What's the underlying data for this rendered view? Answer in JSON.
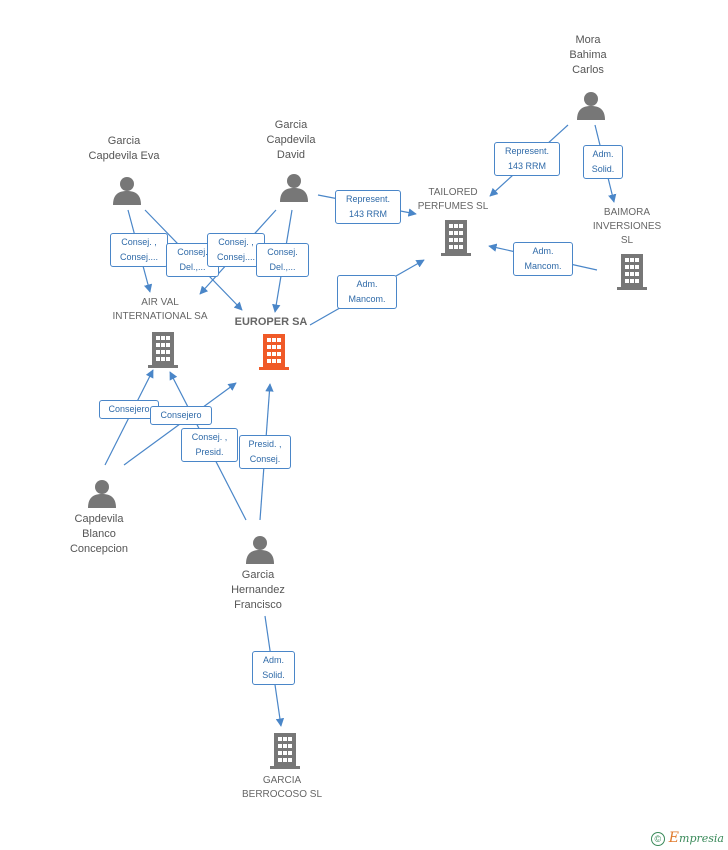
{
  "nodes": {
    "mora": {
      "label": "Mora\nBahima\nCarlos"
    },
    "gcdavid": {
      "label": "Garcia\nCapdevila\nDavid"
    },
    "gceva": {
      "label": "Garcia\nCapdevila Eva"
    },
    "capdevila": {
      "label": "Capdevila\nBlanco\nConcepcion"
    },
    "ghfran": {
      "label": "Garcia\nHernandez\nFrancisco"
    },
    "tailored": {
      "label": "TAILORED\nPERFUMES  SL"
    },
    "baimora": {
      "label": "BAIMORA\nINVERSIONES\nSL"
    },
    "airval": {
      "label": "AIR VAL\nINTERNATIONAL SA"
    },
    "europer": {
      "label": "EUROPER SA"
    },
    "garciab": {
      "label": "GARCIA\nBERROCOSO SL"
    }
  },
  "edge_labels": {
    "e1": "Represent.\n143 RRM",
    "e2": "Adm.\nSolid.",
    "e3": "Represent.\n143 RRM",
    "e4": "Adm.\nMancom.",
    "e5": "Adm.\nMancom.",
    "e6": "Consej. ,\nConsej....",
    "e7": "Consej.\nDel.,...",
    "e8": "Consej. ,\nConsej....",
    "e9": "Consej.\nDel.,...",
    "e10": "Consejero",
    "e11": "Consejero",
    "e12": "Consej. ,\nPresid.",
    "e13": "Presid. ,\nConsej.",
    "e14": "Adm.\nSolid."
  },
  "colors": {
    "edge": "#4a86c8",
    "person_icon": "#777777",
    "building_icon": "#777777",
    "focal_building": "#f05a28"
  },
  "footer": {
    "copyright": "©",
    "brand_initial": "E",
    "brand_rest": "mpresia"
  }
}
